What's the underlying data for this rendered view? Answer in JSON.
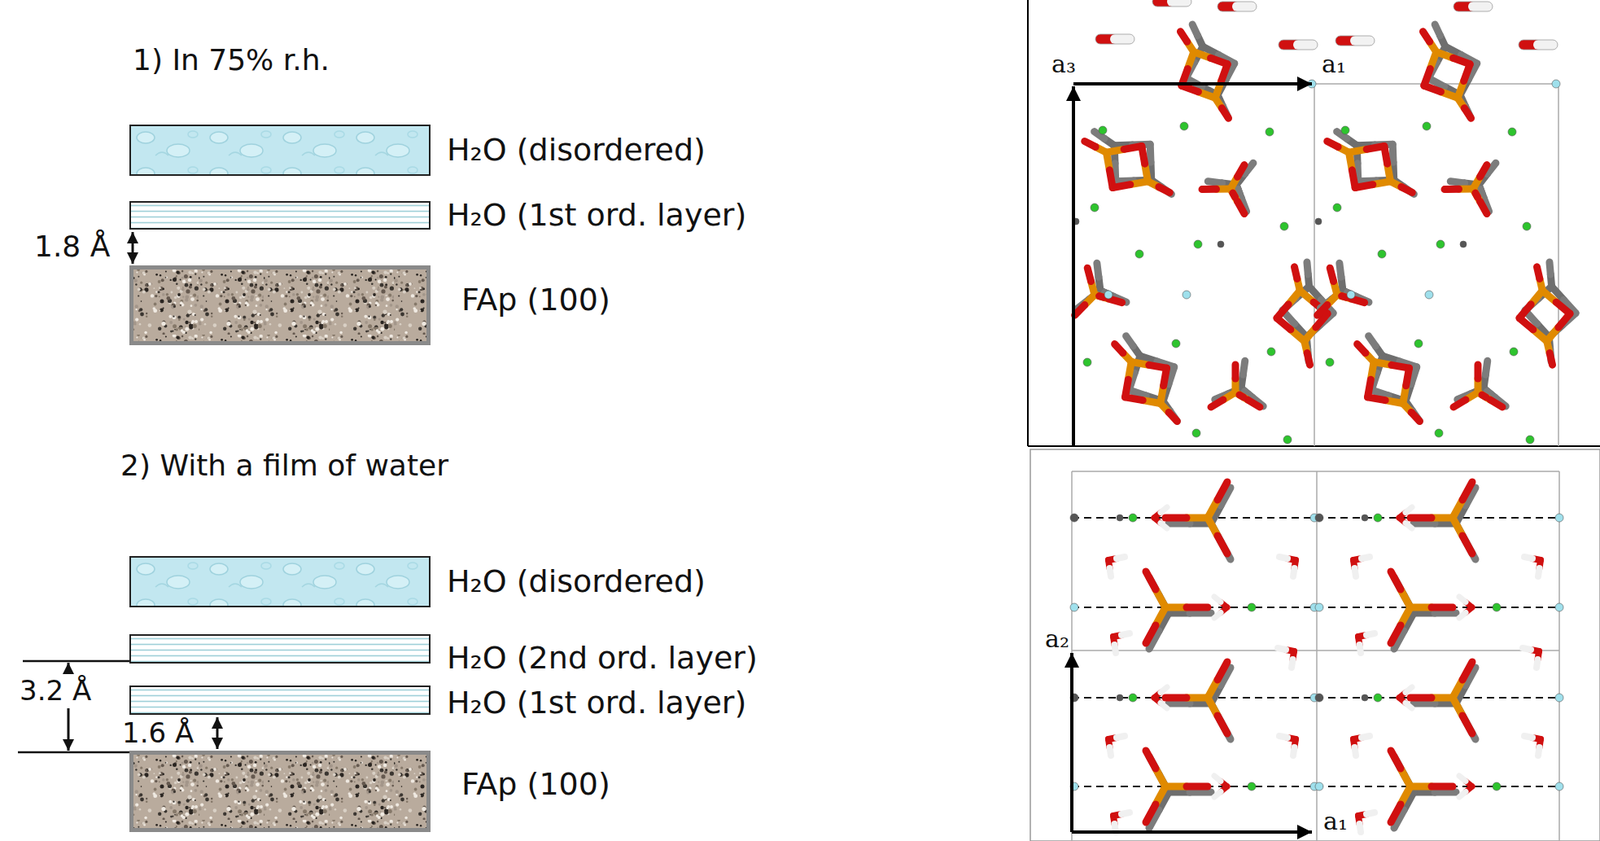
{
  "diagram": {
    "nodes": [
      {
        "text": [
          "H₂O (disordered)"
        ]
      },
      {
        "text": [
          "H₂O (1st ord. layer)"
        ]
      },
      {
        "text": [
          "FAp (100)"
        ]
      },
      {
        "text": [
          "H₂O (disordered)"
        ]
      },
      {
        "text": [
          "H₂O (2nd ord. layer)"
        ]
      },
      {
        "text": [
          "H₂O (1st ord. layer)"
        ]
      },
      {
        "text": [
          "FAp (100)"
        ]
      }
    ],
    "labels": [
      "1) In 75% r.h.",
      "1.8 Å",
      "2) With a film of water",
      "3.2 Å",
      "1.6 Å",
      "a₃",
      "a₁",
      "a₂",
      "a₁"
    ]
  }
}
